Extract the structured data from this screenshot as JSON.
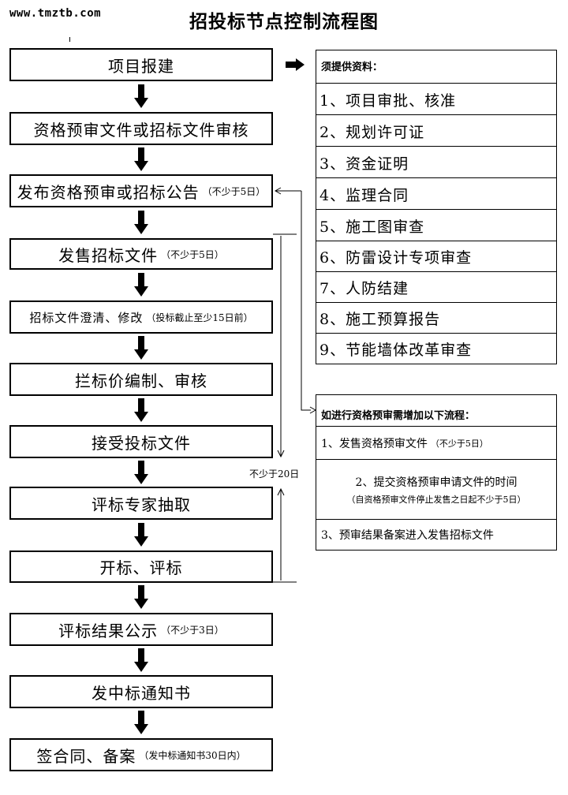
{
  "site": "www.tmztb.com",
  "title": "招投标节点控制流程图",
  "steps": [
    {
      "label": "项目报建",
      "note": ""
    },
    {
      "label": "资格预审文件或招标文件审核",
      "note": ""
    },
    {
      "label": "发布资格预审或招标公告",
      "note": "（不少于5日）"
    },
    {
      "label": "发售招标文件",
      "note": "（不少于5日）"
    },
    {
      "label": "招标文件澄清、修改",
      "note": "（投标截止至少15日前）"
    },
    {
      "label": "拦标价编制、审核",
      "note": ""
    },
    {
      "label": "接受投标文件",
      "note": ""
    },
    {
      "label": "评标专家抽取",
      "note": ""
    },
    {
      "label": "开标、评标",
      "note": ""
    },
    {
      "label": "评标结果公示",
      "note": "（不少于3日）"
    },
    {
      "label": "发中标通知书",
      "note": ""
    },
    {
      "label": "签合同、备案",
      "note": "（发中标通知书30日内）"
    }
  ],
  "requirements": {
    "header": "须提供资料：",
    "items": [
      "1、项目审批、核准",
      "2、规划许可证",
      "3、资金证明",
      "4、监理合同",
      "5、施工图审查",
      "6、防雷设计专项审查",
      "7、人防结建",
      "8、施工预算报告",
      "9、节能墙体改革审查"
    ]
  },
  "prequal": {
    "header": "如进行资格预审需增加以下流程：",
    "item1_label": "1、发售资格预审文件",
    "item1_note": "（不少于5日）",
    "item2_label": "2、提交资格预审申请文件的时间",
    "item2_note": "（自资格预审文件停止发售之日起不少于5日）",
    "item3_label": "3、预审结果备案进入发售招标文件"
  },
  "interval_label": "不少于20日"
}
